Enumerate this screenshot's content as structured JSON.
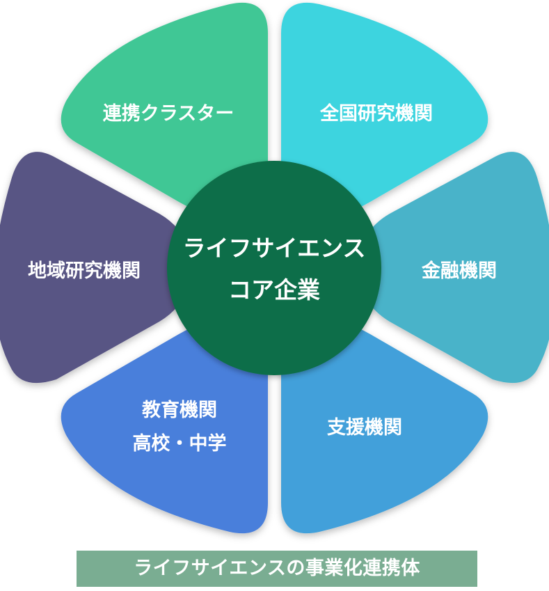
{
  "petals": [
    {
      "id": "clusters",
      "lines": [
        "連携クラスター"
      ],
      "color": "#3fc795"
    },
    {
      "id": "national-research",
      "lines": [
        "全国研究機関"
      ],
      "color": "#3ed4df"
    },
    {
      "id": "finance",
      "lines": [
        "金融機関"
      ],
      "color": "#49b3c9"
    },
    {
      "id": "support",
      "lines": [
        "支援機関"
      ],
      "color": "#42a0da"
    },
    {
      "id": "education",
      "lines": [
        "教育機関",
        "高校・中学"
      ],
      "color": "#4a7fdb"
    },
    {
      "id": "regional-research",
      "lines": [
        "地域研究機関"
      ],
      "color": "#585484"
    }
  ],
  "center": {
    "lines": [
      "ライフサイエンス",
      "コア企業"
    ],
    "color": "#0f6e48"
  },
  "caption": "ライフサイエンスの事業化連携体",
  "caption_color": "#7aad92"
}
